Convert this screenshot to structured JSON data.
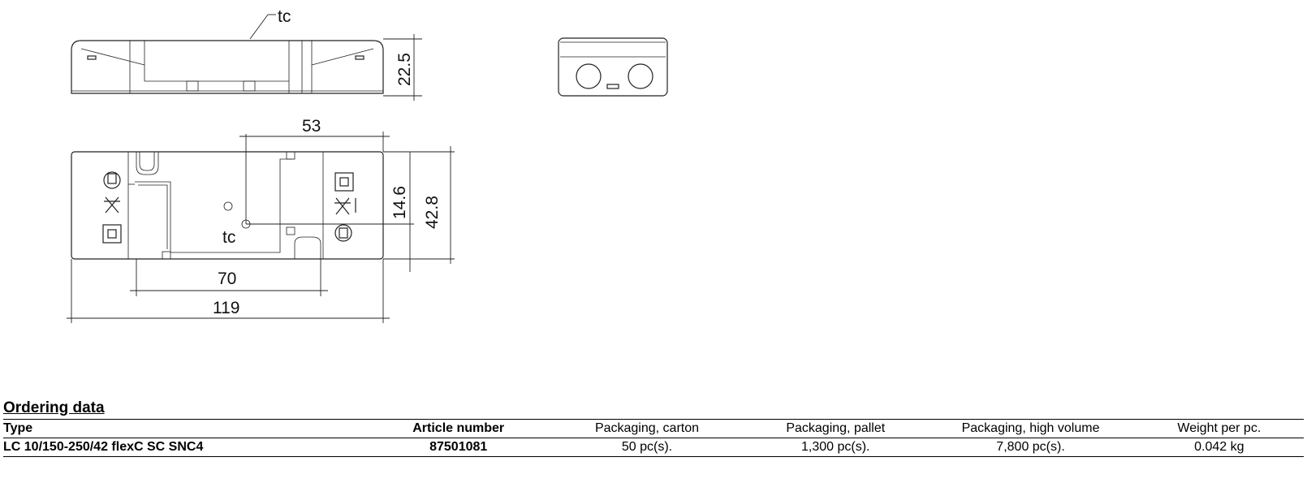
{
  "drawing": {
    "tc_label": "tc",
    "height_label": "22.5",
    "dim_53": "53",
    "dim_14_6": "14.6",
    "dim_42_8": "42.8",
    "dim_70": "70",
    "dim_119": "119"
  },
  "ordering": {
    "title": "Ordering data",
    "columns": [
      "Type",
      "Article number",
      "Packaging, carton",
      "Packaging, pallet",
      "Packaging, high volume",
      "Weight per pc."
    ],
    "rows": [
      [
        "LC 10/150-250/42 flexC SC SNC4",
        "87501081",
        "50 pc(s).",
        "1,300 pc(s).",
        "7,800 pc(s).",
        "0.042 kg"
      ]
    ]
  }
}
